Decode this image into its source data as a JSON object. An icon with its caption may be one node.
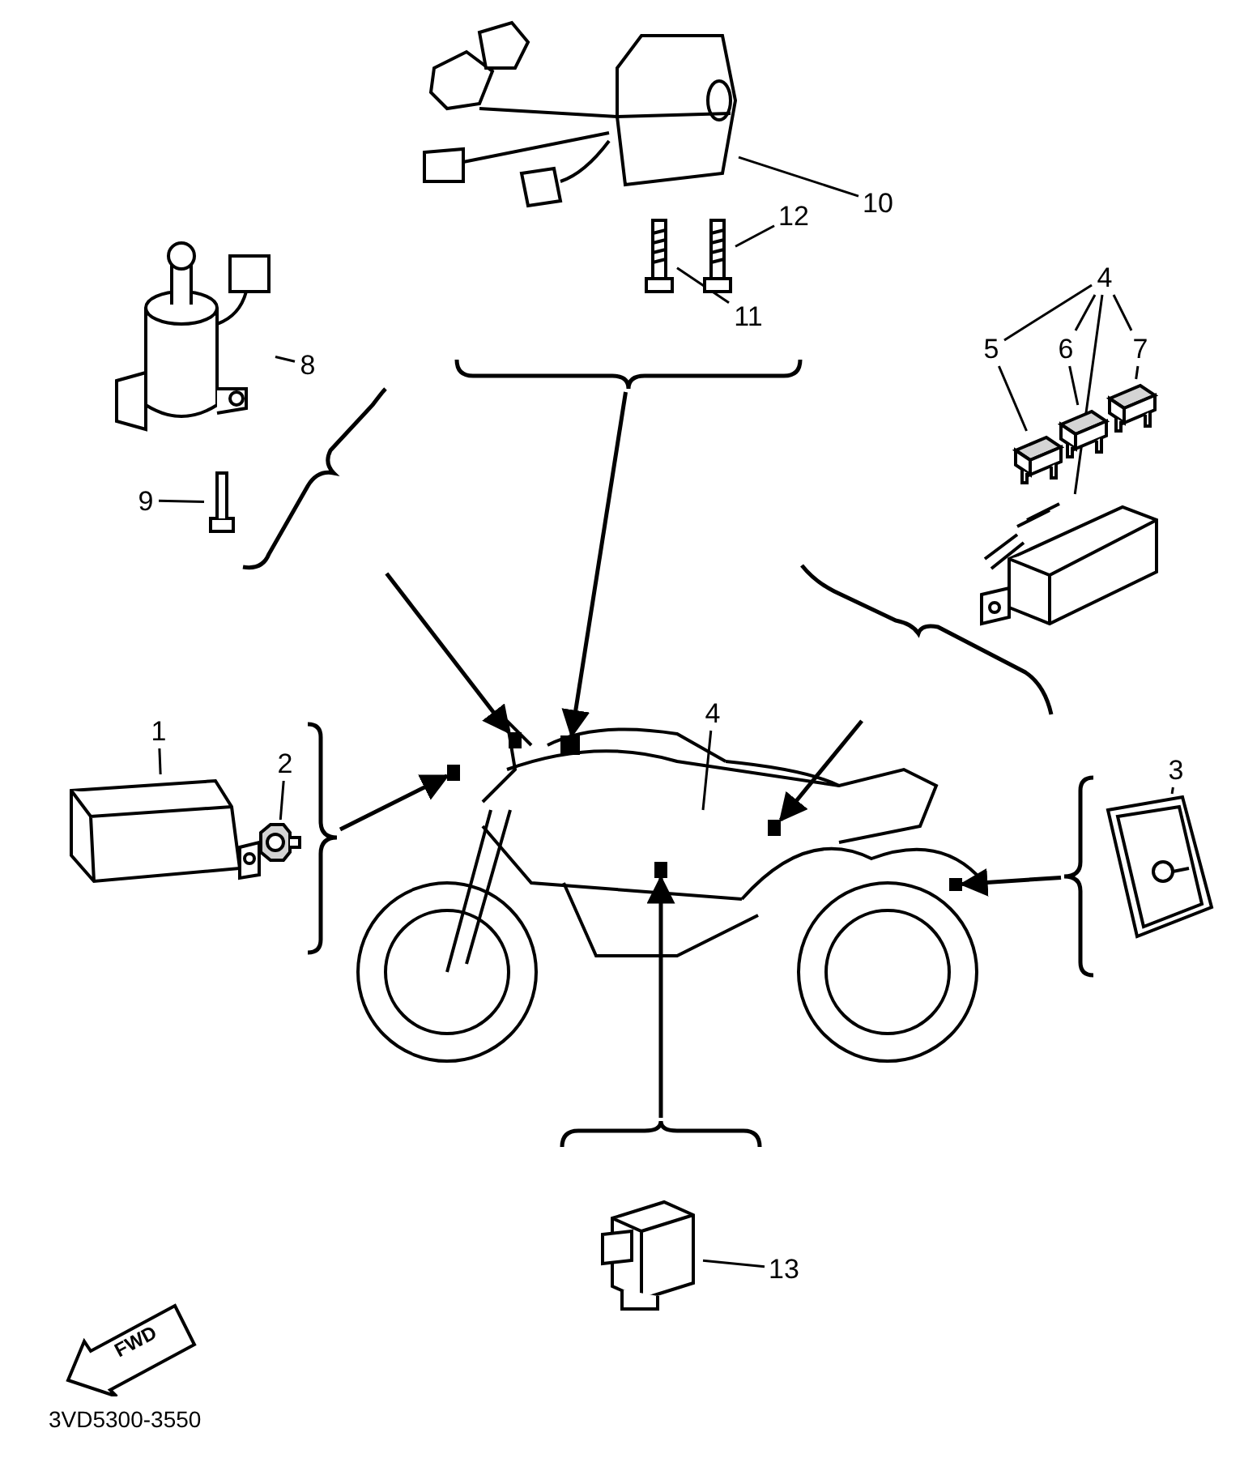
{
  "diagram": {
    "nodes": [
      {
        "text": [
          "1"
        ]
      },
      {
        "text": [
          "2"
        ]
      },
      {
        "text": [
          "3"
        ]
      },
      {
        "text": [
          "4"
        ]
      },
      {
        "text": [
          "5"
        ]
      },
      {
        "text": [
          "6"
        ]
      },
      {
        "text": [
          "7"
        ]
      },
      {
        "text": [
          "8"
        ]
      },
      {
        "text": [
          "9"
        ]
      },
      {
        "text": [
          "10"
        ]
      },
      {
        "text": [
          "11"
        ]
      },
      {
        "text": [
          "12"
        ]
      },
      {
        "text": [
          "13"
        ]
      },
      {
        "text": [],
        "shape": "picture"
      },
      {
        "text": [
          "4"
        ]
      },
      {
        "text": [],
        "shape": "picture"
      },
      {
        "text": [],
        "shape": "picture"
      },
      {
        "text": [],
        "shape": "picture"
      },
      {
        "text": [],
        "shape": "picture"
      },
      {
        "text": [],
        "shape": "picture"
      },
      {
        "text": [],
        "shape": "picture"
      },
      {
        "text": [],
        "shape": "picture"
      },
      {
        "text": [],
        "shape": "picture"
      },
      {
        "text": [],
        "shape": "picture"
      },
      {
        "text": [],
        "shape": "picture"
      },
      {
        "text": [],
        "shape": "picture"
      },
      {
        "text": [],
        "shape": "picture"
      },
      {
        "text": [],
        "shape": "picture"
      },
      {
        "text": [],
        "shape": "bracket"
      },
      {
        "text": [],
        "shape": "bracket"
      },
      {
        "text": [],
        "shape": "bracket"
      },
      {
        "text": [],
        "shape": "bracket"
      },
      {
        "text": [],
        "shape": "bracket"
      },
      {
        "text": [],
        "shape": "bracket"
      },
      {
        "text": [],
        "shape": "box",
        "in": 13
      },
      {
        "text": [],
        "shape": "box",
        "in": 13
      },
      {
        "text": [],
        "shape": "box",
        "in": 13
      },
      {
        "text": [],
        "shape": "box",
        "in": 13
      },
      {
        "text": [],
        "shape": "box",
        "in": 13
      },
      {
        "text": [],
        "shape": "box",
        "in": 13
      }
    ],
    "edges": [
      {
        "from": 0,
        "to": 15,
        "arrow": "none"
      },
      {
        "from": 1,
        "to": 16,
        "arrow": "none"
      },
      {
        "from": 2,
        "to": 17,
        "arrow": "none"
      },
      {
        "from": 3,
        "to": 4,
        "arrow": "none"
      },
      {
        "from": 3,
        "to": 5,
        "arrow": "none"
      },
      {
        "from": 3,
        "to": 6,
        "arrow": "none"
      },
      {
        "from": 3,
        "to": 18,
        "arrow": "none"
      },
      {
        "from": 4,
        "to": 19,
        "arrow": "none"
      },
      {
        "from": 5,
        "to": 20,
        "arrow": "none"
      },
      {
        "from": 6,
        "to": 21,
        "arrow": "none"
      },
      {
        "from": 7,
        "to": 22,
        "arrow": "none"
      },
      {
        "from": 8,
        "to": 23,
        "arrow": "none"
      },
      {
        "from": 9,
        "to": 24,
        "arrow": "none"
      },
      {
        "from": 10,
        "to": 25,
        "arrow": "none"
      },
      {
        "from": 11,
        "to": 26,
        "arrow": "none"
      },
      {
        "from": 12,
        "to": 27,
        "arrow": "none"
      },
      {
        "from": 14,
        "to": null,
        "arrow": "none"
      },
      {
        "from": 28,
        "to": 34,
        "arrow": "to"
      },
      {
        "from": 29,
        "to": 35,
        "arrow": "to"
      },
      {
        "from": 30,
        "to": 36,
        "arrow": "to"
      },
      {
        "from": 31,
        "to": 37,
        "arrow": "to"
      },
      {
        "from": 32,
        "to": 38,
        "arrow": "to"
      },
      {
        "from": 33,
        "to": 39,
        "arrow": "to"
      }
    ],
    "labels": [
      "FWD",
      "3VD5300-3550"
    ]
  }
}
